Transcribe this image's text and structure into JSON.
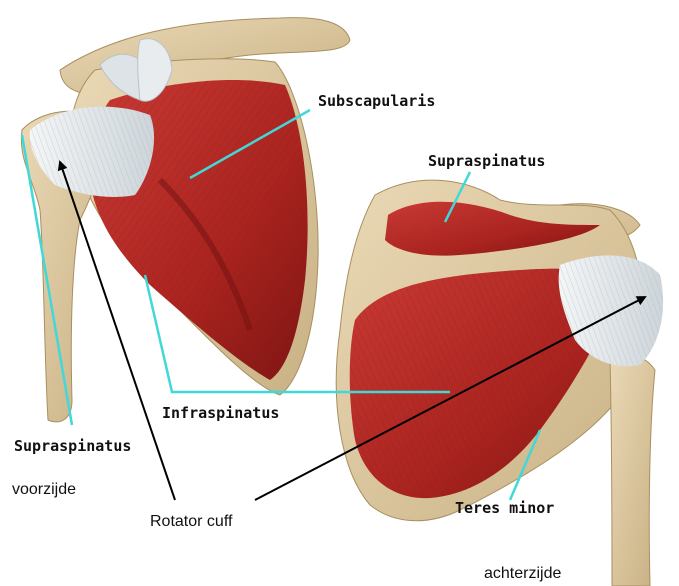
{
  "labels": {
    "subscapularis": "Subscapularis",
    "supraspinatus_back": "Supraspinatus",
    "infraspinatus": "Infraspinatus",
    "supraspinatus_front": "Supraspinatus",
    "voorzijde": "voorzijde",
    "rotator_cuff": "Rotator cuff",
    "teres_minor": "Teres minor",
    "achterzijde": "achterzijde"
  },
  "colors": {
    "bone": "#dcc8a0",
    "muscle": "#b8302c",
    "tendon": "#e6ebee",
    "leader_line": "#40d8d8",
    "arrow": "#000000"
  }
}
